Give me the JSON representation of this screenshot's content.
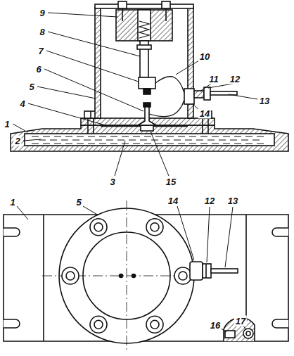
{
  "diagram": {
    "labels": [
      "9",
      "8",
      "7",
      "6",
      "5",
      "4",
      "1",
      "2",
      "3",
      "15",
      "10",
      "11",
      "12",
      "13",
      "14",
      "1",
      "5",
      "14",
      "12",
      "13",
      "16",
      "17"
    ]
  }
}
